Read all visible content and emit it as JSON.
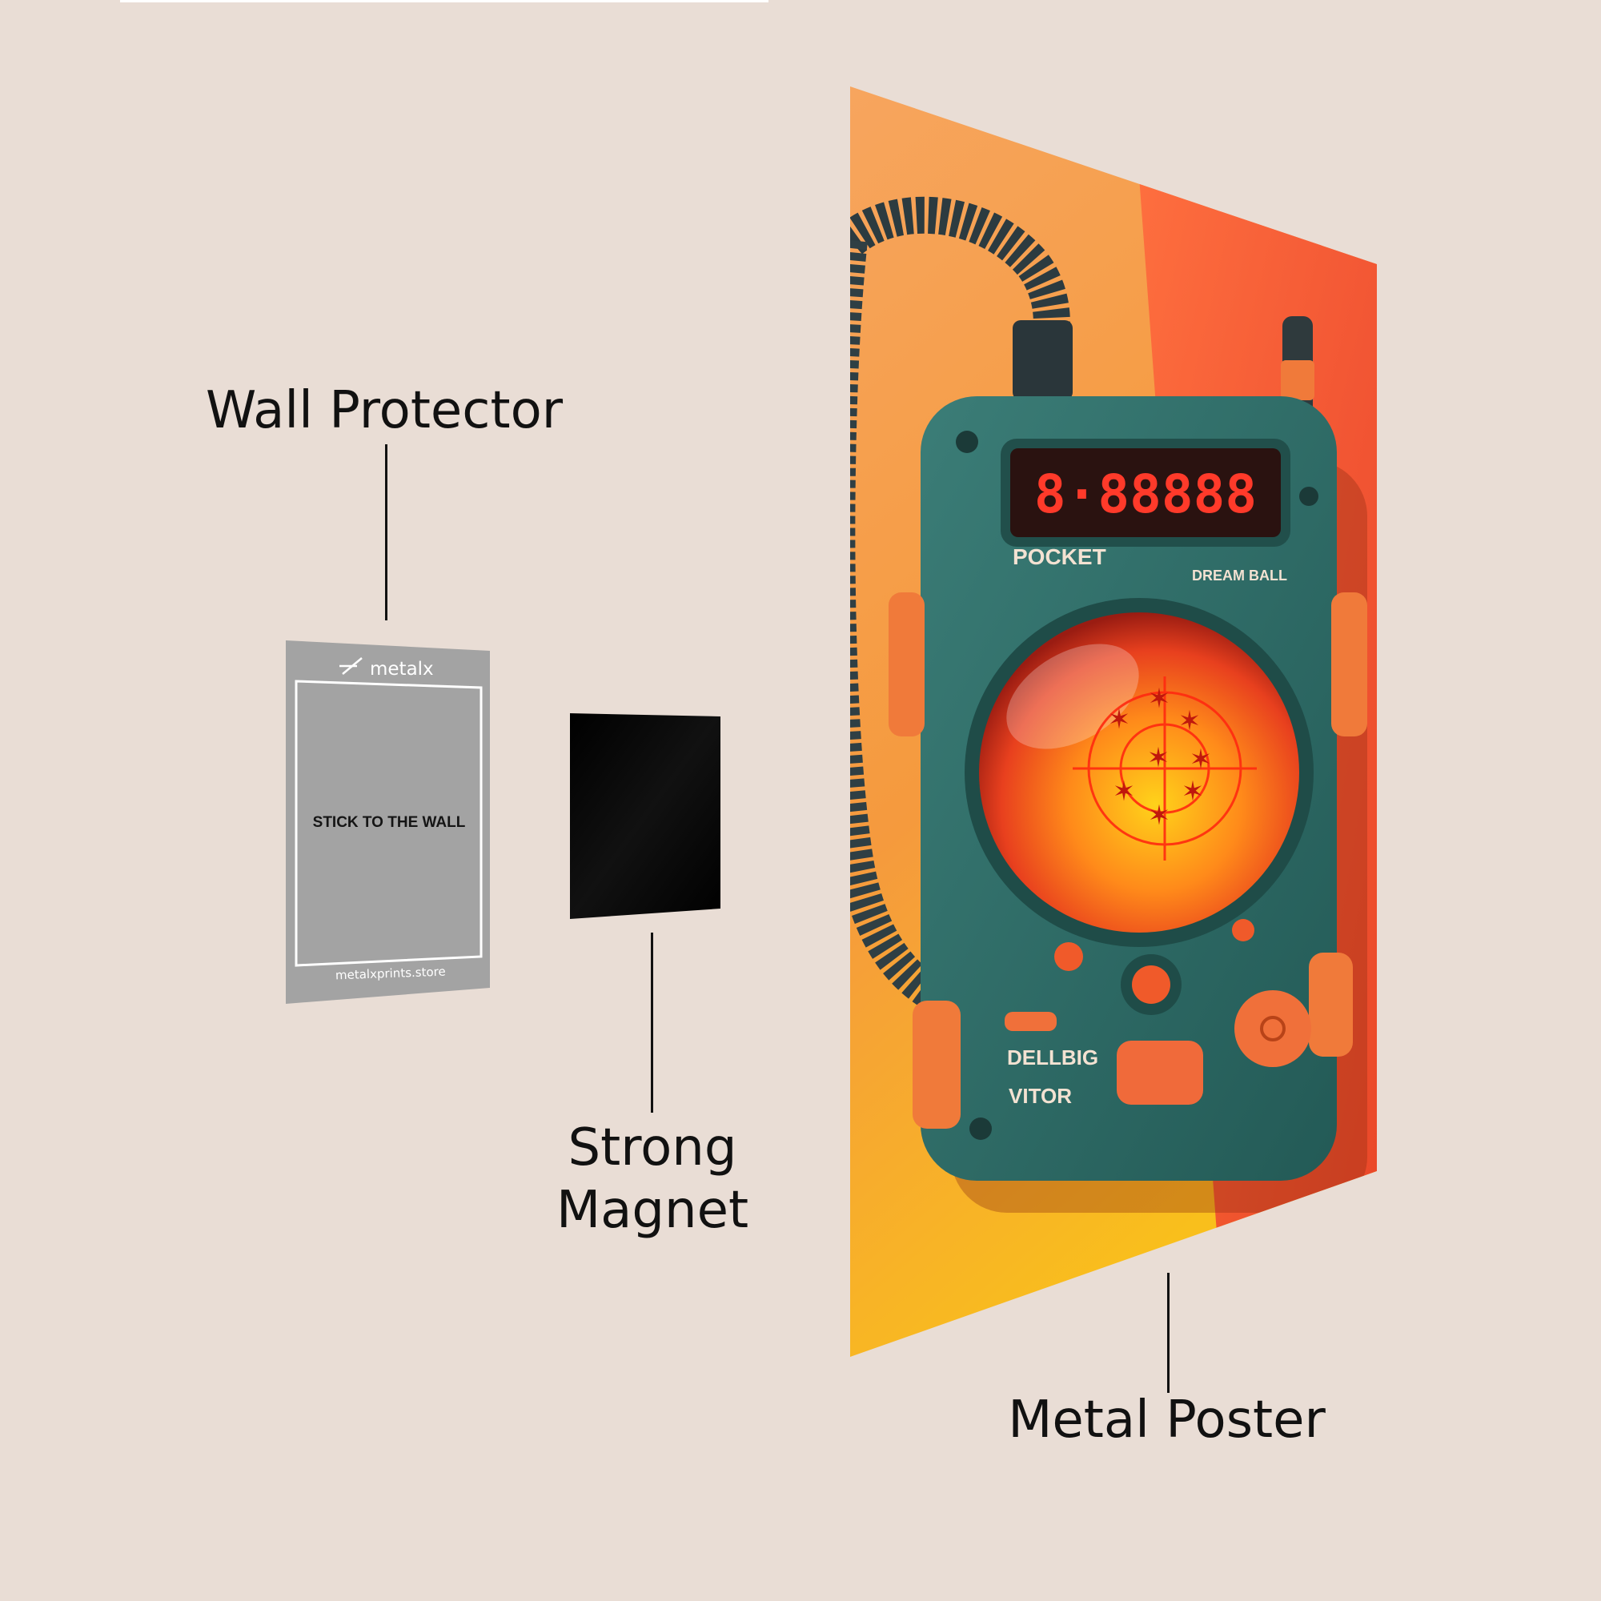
{
  "labels": {
    "wall_protector": "Wall Protector",
    "strong_magnet_line1": "Strong",
    "strong_magnet_line2": "Magnet",
    "metal_poster": "Metal Poster"
  },
  "wall_protector_card": {
    "brand": "metalx",
    "instruction": "STICK TO THE WALL",
    "website": "metalxprints.store"
  },
  "poster_art": {
    "display_digits": "8·88888",
    "device_text_left": "POCKET",
    "device_text_right": "DREAM BALL",
    "lower_text_1": "DELLBIG",
    "lower_text_2": "VITOR"
  },
  "colors": {
    "background": "#e9ddd5",
    "protector": "#a3a3a3",
    "magnet": "#050505",
    "device_body": "#2f6f6a",
    "accent_orange": "#f07a3a"
  }
}
